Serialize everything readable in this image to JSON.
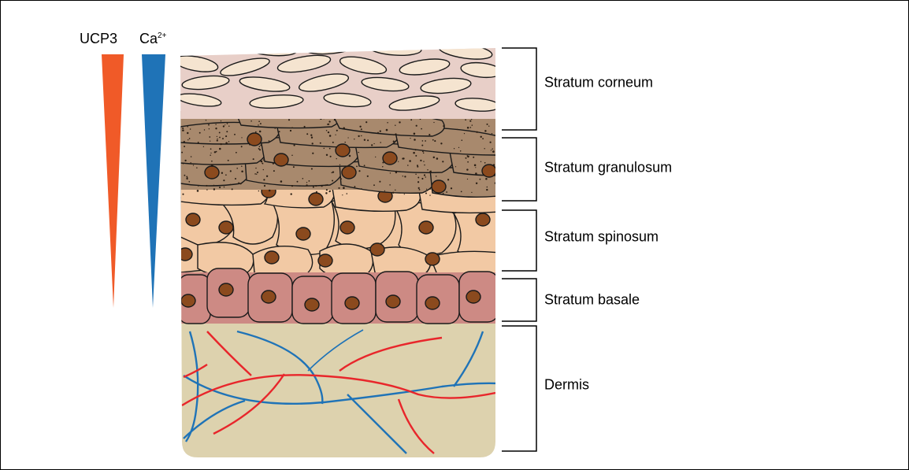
{
  "gradients": {
    "ucp3": {
      "label": "UCP3",
      "color": "#f05a28"
    },
    "calcium": {
      "label_base": "Ca",
      "label_sup": "2+",
      "color": "#1f73b7"
    }
  },
  "layers": [
    {
      "id": "corneum",
      "label": "Stratum corneum"
    },
    {
      "id": "granulosum",
      "label": "Stratum granulosum"
    },
    {
      "id": "spinosum",
      "label": "Stratum spinosum"
    },
    {
      "id": "basale",
      "label": "Stratum basale"
    },
    {
      "id": "dermis",
      "label": "Dermis"
    }
  ],
  "colors": {
    "corneum_bg": "#e8cfc8",
    "corneum_cell": "#f5e4d0",
    "granulosum_cell": "#a8896d",
    "spinosum_cell": "#f2c9a4",
    "basale_cell": "#cd8a84",
    "nucleus": "#8b4a1e",
    "dermis": "#ddd2ae",
    "vessel_red": "#e8262b",
    "vessel_blue": "#1f73b7"
  }
}
